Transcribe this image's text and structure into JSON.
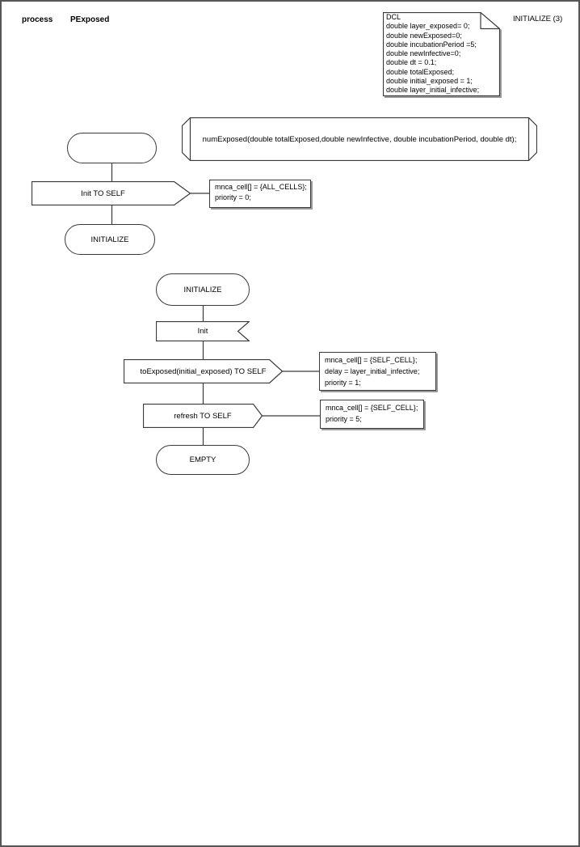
{
  "header": {
    "kind_label": "process",
    "name": "PExposed"
  },
  "corner_label": "INITIALIZE (3)",
  "declaration_note": {
    "lines": [
      "DCL",
      "double layer_exposed= 0;",
      "double newExposed=0;",
      "double incubationPeriod =5;",
      "double newInfective=0;",
      "double dt = 0.1;",
      "double totalExposed;",
      "double initial_exposed = 1;",
      "double layer_initial_infective;"
    ]
  },
  "procedure_declaration": {
    "signature": "numExposed(double totalExposed,double newInfective, double incubationPeriod, double dt);"
  },
  "start_flow": {
    "send_init": {
      "label": "Init TO SELF"
    },
    "send_init_comment": {
      "lines": [
        "mnca_cell[] = {ALL_CELLS};",
        "priority = 0;"
      ]
    },
    "next_state": {
      "label": "INITIALIZE"
    }
  },
  "initialize_flow": {
    "state": {
      "label": "INITIALIZE"
    },
    "input_init": {
      "label": "Init"
    },
    "send_toexposed": {
      "label": "toExposed(initial_exposed) TO SELF"
    },
    "send_toexposed_comment": {
      "lines": [
        "mnca_cell[] = {SELF_CELL};",
        "delay = layer_initial_infective;",
        "priority = 1;"
      ]
    },
    "send_refresh": {
      "label": "refresh TO SELF"
    },
    "send_refresh_comment": {
      "lines": [
        "mnca_cell[] = {SELF_CELL};",
        "priority = 5;"
      ]
    },
    "end_state": {
      "label": "EMPTY"
    }
  },
  "colors": {
    "line": "#3a3a3a",
    "shadow": "#9a9a9a",
    "background": "#ffffff",
    "text": "#000000"
  }
}
